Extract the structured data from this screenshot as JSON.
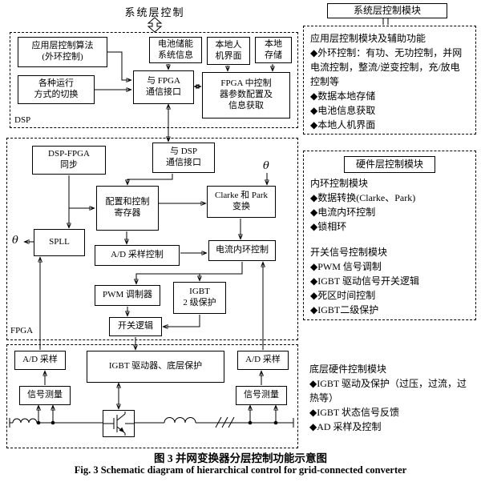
{
  "top": {
    "system_control_label": "系统层控制"
  },
  "dsp": {
    "region_label": "DSP",
    "app_algo": "应用层控制算法\n(外环控制)",
    "mode_switch": "各种运行\n方式的切换",
    "fpga_comm": "与 FPGA\n通信接口",
    "battery_info": "电池储能\n系统信息",
    "hmi": "本地人\n机界面",
    "local_storage": "本地\n存储",
    "fpga_config": "FPGA 中控制\n器参数配置及\n信息获取"
  },
  "fpga": {
    "region_label": "FPGA",
    "sync": "DSP-FPGA\n同步",
    "dsp_comm": "与 DSP\n通信接口",
    "config_reg": "配置和控制\n寄存器",
    "clarke_park": "Clarke 和 Park\n变换",
    "spll": "SPLL",
    "ad_ctrl": "A/D 采样控制",
    "current_loop": "电流内环控制",
    "pwm": "PWM 调制器",
    "igbt_prot": "IGBT\n2 级保护",
    "switch_logic": "开关逻辑",
    "theta_in": "θ",
    "theta_out": "θ"
  },
  "hardware": {
    "ad_left": "A/D 采样",
    "igbt_driver": "IGBT 驱动器、底层保护",
    "ad_right": "A/D 采样",
    "meas_left": "信号测量",
    "meas_right": "信号测量"
  },
  "panels": {
    "system": {
      "title": "系统层控制模块",
      "subtitle": "应用层控制模块及辅助功能",
      "items": [
        "◆外环控制：有功、无功控制，并网电流控制，整流/逆变控制，充/放电控制等",
        "◆数据本地存储",
        "◆电池信息获取",
        "◆本地人机界面"
      ]
    },
    "hardware_layer": {
      "title": "硬件层控制模块",
      "sub1": "内环控制模块",
      "items1": [
        "◆数据转换(Clarke、Park)",
        "◆电流内环控制",
        "◆锁相环"
      ],
      "sub2": "开关信号控制模块",
      "items2": [
        "◆PWM 信号调制",
        "◆IGBT 驱动信号开关逻辑",
        "◆死区时间控制",
        "◆IGBT二级保护"
      ]
    },
    "bottom_hw": {
      "title": "底层硬件控制模块",
      "items": [
        "◆IGBT 驱动及保护（过压，过流，过热等）",
        "◆IGBT 状态信号反馈",
        "◆AD 采样及控制"
      ]
    }
  },
  "caption": {
    "zh": "图 3  并网变换器分层控制功能示意图",
    "en": "Fig. 3  Schematic diagram of hierarchical control for grid-connected converter"
  },
  "colors": {
    "line": "#000000",
    "background": "#ffffff"
  }
}
